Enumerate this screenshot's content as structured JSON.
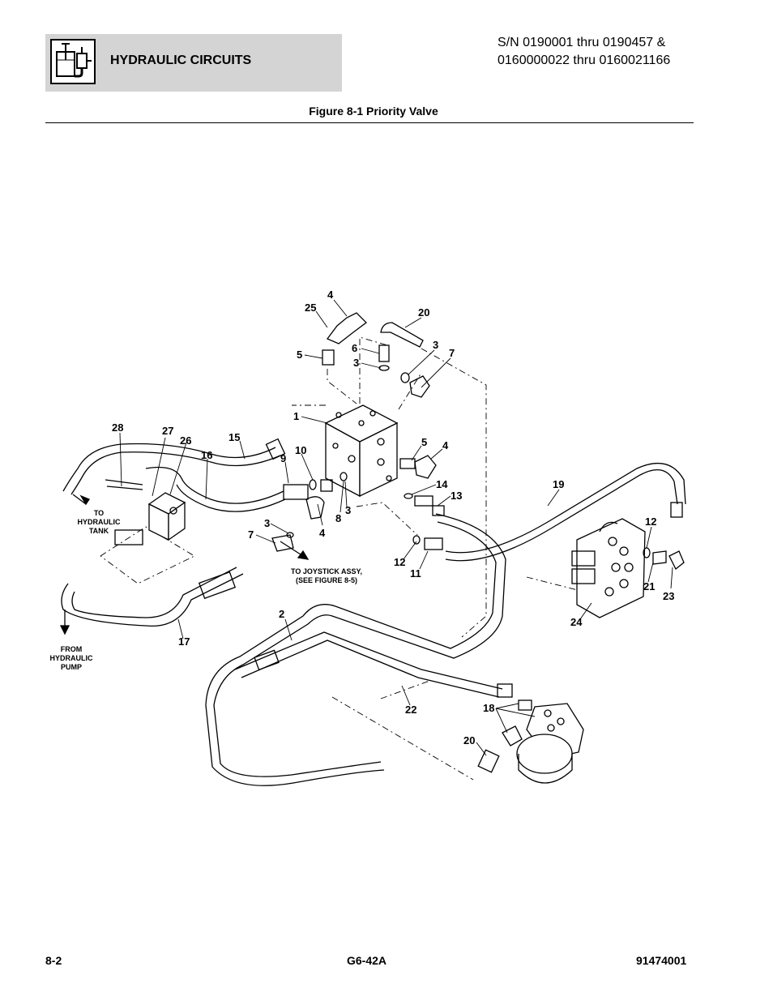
{
  "header": {
    "section_title": "HYDRAULIC CIRCUITS",
    "serial_line1": "S/N 0190001 thru 0190457 &",
    "serial_line2": "0160000022 thru 0160021166",
    "icon": "hydraulic-circuit-icon"
  },
  "figure": {
    "title": "Figure 8-1 Priority Valve",
    "callouts": {
      "c1": "1",
      "c2": "2",
      "c3a": "3",
      "c3b": "3",
      "c3c": "3",
      "c3d": "3",
      "c4a": "4",
      "c4b": "4",
      "c4c": "4",
      "c5a": "5",
      "c5b": "5",
      "c6": "6",
      "c7a": "7",
      "c7b": "7",
      "c8": "8",
      "c9": "9",
      "c10": "10",
      "c11": "11",
      "c12a": "12",
      "c12b": "12",
      "c13": "13",
      "c14": "14",
      "c15": "15",
      "c16": "16",
      "c17": "17",
      "c18": "18",
      "c19": "19",
      "c20a": "20",
      "c20b": "20",
      "c21": "21",
      "c22": "22",
      "c23": "23",
      "c24": "24",
      "c25": "25",
      "c26": "26",
      "c27": "27",
      "c28": "28"
    },
    "notes": {
      "tank_1": "TO",
      "tank_2": "HYDRAULIC",
      "tank_3": "TANK",
      "joystick_1": "TO JOYSTICK ASSY,",
      "joystick_2": "(SEE FIGURE 8-5)",
      "pump_1": "FROM",
      "pump_2": "HYDRAULIC",
      "pump_3": "PUMP"
    }
  },
  "footer": {
    "page": "8-2",
    "model": "G6-42A",
    "doc_number": "91474001"
  }
}
